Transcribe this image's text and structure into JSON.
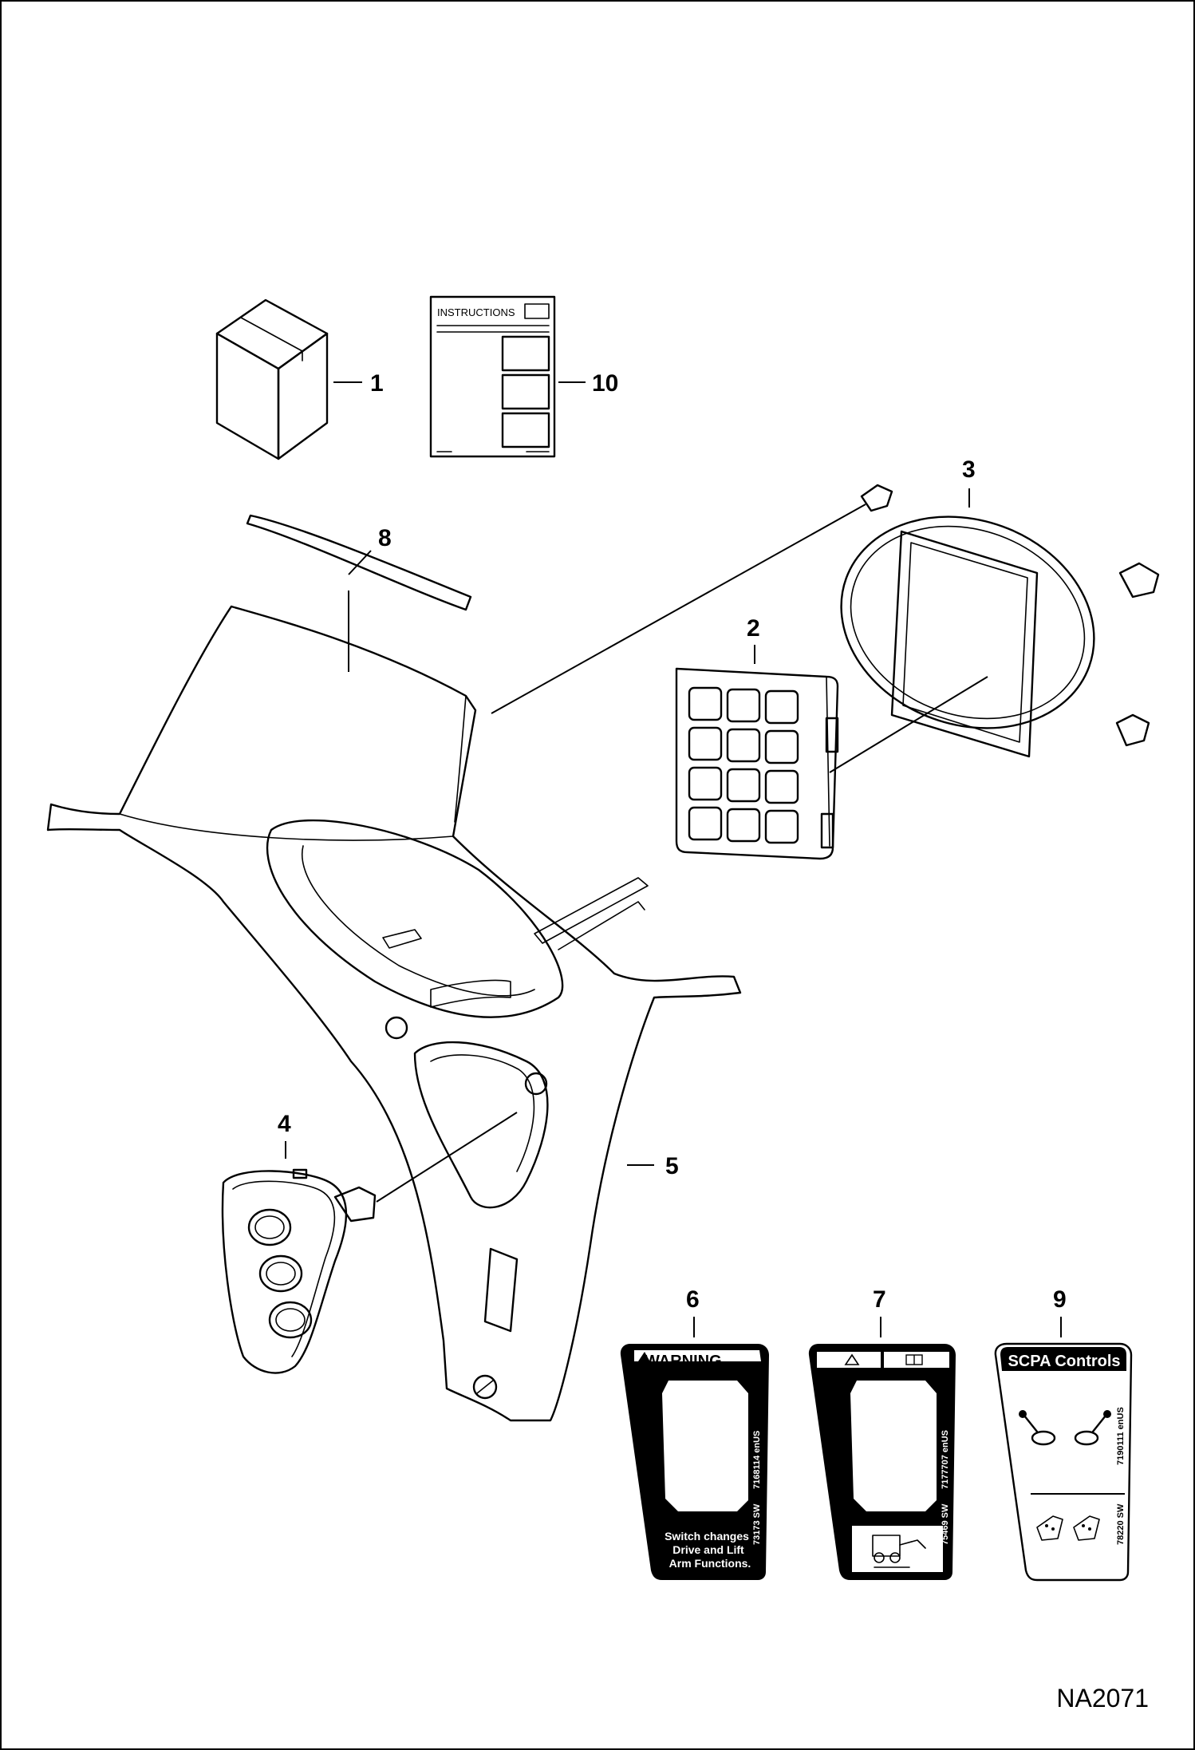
{
  "callouts": {
    "c1": "1",
    "c2": "2",
    "c3": "3",
    "c4": "4",
    "c5": "5",
    "c6": "6",
    "c7": "7",
    "c8": "8",
    "c9": "9",
    "c10": "10"
  },
  "instructions_sheet": {
    "heading": "INSTRUCTIONS"
  },
  "decal_6": {
    "header": "WARNING",
    "part_number_1": "7168114 enUS",
    "part_number_2": "73173 SW",
    "message_line_1": "Switch changes",
    "message_line_2": "Drive and Lift",
    "message_line_3": "Arm Functions."
  },
  "decal_7": {
    "part_number_1": "7177707 enUS",
    "part_number_2": "75469 SW"
  },
  "decal_9": {
    "header": "SCPA Controls",
    "part_number_1": "7190111 enUS",
    "part_number_2": "78220 SW"
  },
  "drawing_id": "NA2071"
}
